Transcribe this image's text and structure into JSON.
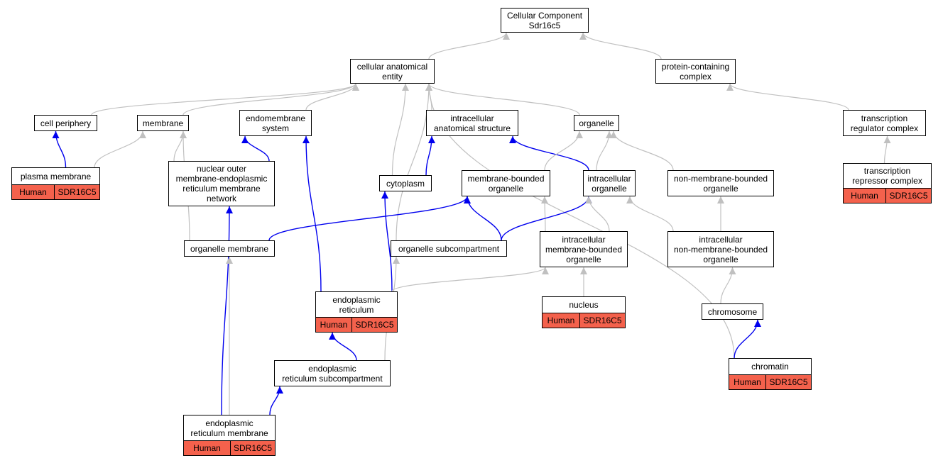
{
  "colors": {
    "is_a": "#c0c0c0",
    "annotated_path": "#0000ee",
    "annotation_fill": "#f4614c"
  },
  "nodes": {
    "root": {
      "label": "Cellular Component\nSdr16c5"
    },
    "cae": {
      "label": "cellular anatomical\nentity"
    },
    "pcc": {
      "label": "protein-containing\ncomplex"
    },
    "cellper": {
      "label": "cell periphery"
    },
    "membrane": {
      "label": "membrane"
    },
    "endomem": {
      "label": "endomembrane\nsystem"
    },
    "ias": {
      "label": "intracellular\nanatomical structure"
    },
    "organelle": {
      "label": "organelle"
    },
    "trc": {
      "label": "transcription\nregulator complex"
    },
    "pm": {
      "label": "plasma membrane",
      "species": "Human",
      "gene": "SDR16C5"
    },
    "nomer": {
      "label": "nuclear outer\nmembrane-endoplasmic\nreticulum membrane\nnetwork"
    },
    "cytoplasm": {
      "label": "cytoplasm"
    },
    "mbo": {
      "label": "membrane-bounded\norganelle"
    },
    "io": {
      "label": "intracellular\norganelle"
    },
    "nmbo": {
      "label": "non-membrane-bounded\norganelle"
    },
    "trepc": {
      "label": "transcription\nrepressor complex",
      "species": "Human",
      "gene": "SDR16C5"
    },
    "orgmem": {
      "label": "organelle membrane"
    },
    "orgsub": {
      "label": "organelle subcompartment"
    },
    "imbo": {
      "label": "intracellular\nmembrane-bounded\norganelle"
    },
    "inmbo": {
      "label": "intracellular\nnon-membrane-bounded\norganelle"
    },
    "er": {
      "label": "endoplasmic\nreticulum",
      "species": "Human",
      "gene": "SDR16C5"
    },
    "nucleus": {
      "label": "nucleus",
      "species": "Human",
      "gene": "SDR16C5"
    },
    "chromosome": {
      "label": "chromosome"
    },
    "chromatin": {
      "label": "chromatin",
      "species": "Human",
      "gene": "SDR16C5"
    },
    "ersub": {
      "label": "endoplasmic\nreticulum subcompartment"
    },
    "erm": {
      "label": "endoplasmic\nreticulum membrane",
      "species": "Human",
      "gene": "SDR16C5"
    }
  },
  "edges": [
    {
      "from": "cae",
      "to": "root",
      "type": "is_a"
    },
    {
      "from": "pcc",
      "to": "root",
      "type": "is_a"
    },
    {
      "from": "cellper",
      "to": "cae",
      "type": "is_a"
    },
    {
      "from": "membrane",
      "to": "cae",
      "type": "is_a"
    },
    {
      "from": "endomem",
      "to": "cae",
      "type": "is_a"
    },
    {
      "from": "ias",
      "to": "cae",
      "type": "is_a"
    },
    {
      "from": "organelle",
      "to": "cae",
      "type": "is_a"
    },
    {
      "from": "cytoplasm",
      "to": "cae",
      "type": "is_a"
    },
    {
      "from": "orgsub",
      "to": "cae",
      "type": "is_a"
    },
    {
      "from": "chromatin",
      "to": "cae",
      "type": "is_a"
    },
    {
      "from": "trc",
      "to": "pcc",
      "type": "is_a"
    },
    {
      "from": "trepc",
      "to": "trc",
      "type": "is_a"
    },
    {
      "from": "pm",
      "to": "cellper",
      "type": "annotated_path"
    },
    {
      "from": "pm",
      "to": "membrane",
      "type": "is_a"
    },
    {
      "from": "nomer",
      "to": "membrane",
      "type": "is_a"
    },
    {
      "from": "orgmem",
      "to": "membrane",
      "type": "is_a"
    },
    {
      "from": "nomer",
      "to": "endomem",
      "type": "annotated_path"
    },
    {
      "from": "er",
      "to": "endomem",
      "type": "annotated_path"
    },
    {
      "from": "cytoplasm",
      "to": "ias",
      "type": "annotated_path"
    },
    {
      "from": "io",
      "to": "ias",
      "type": "annotated_path"
    },
    {
      "from": "mbo",
      "to": "organelle",
      "type": "is_a"
    },
    {
      "from": "io",
      "to": "organelle",
      "type": "is_a"
    },
    {
      "from": "nmbo",
      "to": "organelle",
      "type": "is_a"
    },
    {
      "from": "orgmem",
      "to": "mbo",
      "type": "annotated_path"
    },
    {
      "from": "orgsub",
      "to": "mbo",
      "type": "annotated_path"
    },
    {
      "from": "imbo",
      "to": "mbo",
      "type": "is_a"
    },
    {
      "from": "orgsub",
      "to": "io",
      "type": "annotated_path"
    },
    {
      "from": "imbo",
      "to": "io",
      "type": "is_a"
    },
    {
      "from": "inmbo",
      "to": "io",
      "type": "is_a"
    },
    {
      "from": "inmbo",
      "to": "nmbo",
      "type": "is_a"
    },
    {
      "from": "er",
      "to": "cytoplasm",
      "type": "annotated_path"
    },
    {
      "from": "er",
      "to": "imbo",
      "type": "is_a"
    },
    {
      "from": "nucleus",
      "to": "imbo",
      "type": "is_a"
    },
    {
      "from": "chromosome",
      "to": "inmbo",
      "type": "is_a"
    },
    {
      "from": "chromatin",
      "to": "chromosome",
      "type": "annotated_path"
    },
    {
      "from": "ersub",
      "to": "er",
      "type": "annotated_path"
    },
    {
      "from": "ersub",
      "to": "orgsub",
      "type": "is_a"
    },
    {
      "from": "erm",
      "to": "nomer",
      "type": "annotated_path"
    },
    {
      "from": "erm",
      "to": "ersub",
      "type": "annotated_path"
    },
    {
      "from": "erm",
      "to": "orgmem",
      "type": "is_a"
    }
  ]
}
